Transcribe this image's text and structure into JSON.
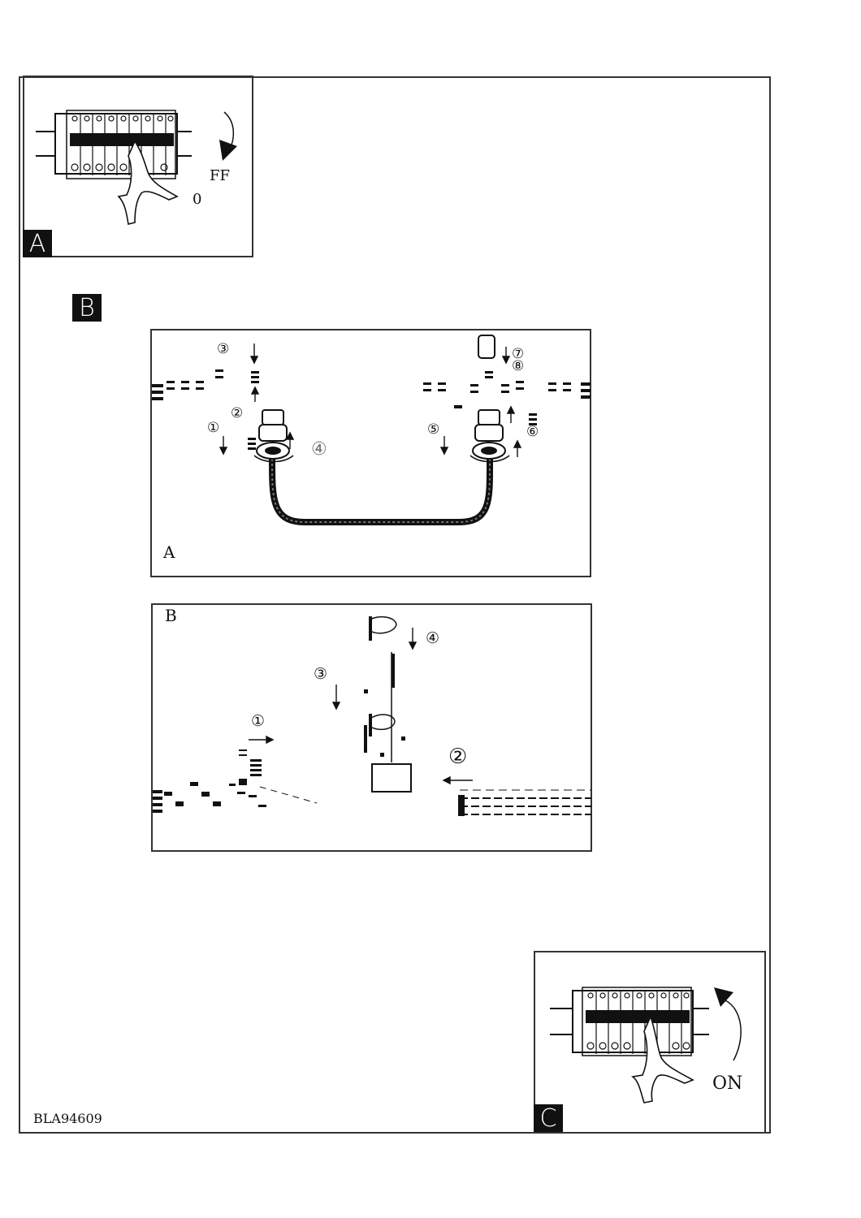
{
  "panel_a": {
    "tag": "A",
    "switch_label": "FF",
    "zero_label": "0"
  },
  "section_b": {
    "tag": "B"
  },
  "diagram_a": {
    "label": "A",
    "steps": {
      "s1": "①",
      "s2": "②",
      "s3": "③",
      "s4": "④",
      "s5": "⑤",
      "s6": "⑥",
      "s7": "⑦",
      "s8": "⑧"
    }
  },
  "diagram_b": {
    "label": "B",
    "steps": {
      "s1": "①",
      "s2": "②",
      "s3": "③",
      "s4": "④"
    }
  },
  "panel_c": {
    "tag": "C",
    "switch_label": "ON"
  },
  "footer": {
    "code": "BLA94609"
  }
}
